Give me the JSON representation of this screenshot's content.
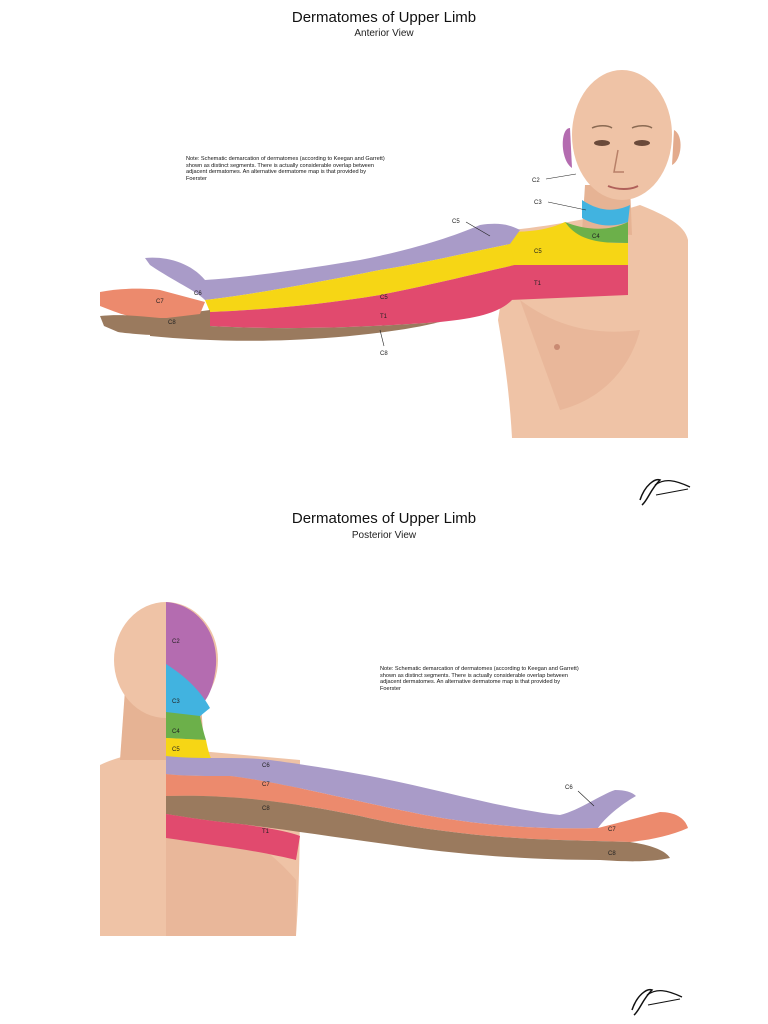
{
  "anterior": {
    "title": "Dermatomes of Upper Limb",
    "subtitle": "Anterior View",
    "note": "Note: Schematic demarcation of dermatomes (according to Keegan and Garrett) shown as distinct segments. There is actually considerable overlap between adjacent dermatomes. An alternative dermatome map is that provided by Foerster",
    "labels": {
      "c2": "C2",
      "c3": "C3",
      "c4": "C4",
      "c5_shoulder": "C5",
      "c5_neck": "C5",
      "c5_arm": "C5",
      "c6": "C6",
      "c7": "C7",
      "c8": "C8",
      "t1_chest": "T1",
      "t1_arm": "T1",
      "c8_arm": "C8"
    }
  },
  "posterior": {
    "title": "Dermatomes of Upper Limb",
    "subtitle": "Posterior View",
    "note": "Note: Schematic demarcation of dermatomes (according to Keegan and Garrett) shown as distinct segments. There is actually considerable overlap between adjacent dermatomes. An alternative dermatome map is that provided by Foerster",
    "labels": {
      "c2": "C2",
      "c3": "C3",
      "c4": "C4",
      "c5": "C5",
      "c6": "C6",
      "c7": "C7",
      "c8": "C8",
      "t1": "T1",
      "c6_hand": "C6",
      "c7_hand": "C7",
      "c8_hand": "C8"
    }
  },
  "colors": {
    "skin": "#efc3a6",
    "skin_shade": "#d99a7a",
    "c2": "#b46cb0",
    "c3": "#41b3e0",
    "c4": "#6cb04a",
    "c5": "#f6d615",
    "c6": "#a99bc8",
    "c7": "#ec8a6d",
    "c8": "#9a7a5e",
    "t1": "#e14a6e"
  }
}
